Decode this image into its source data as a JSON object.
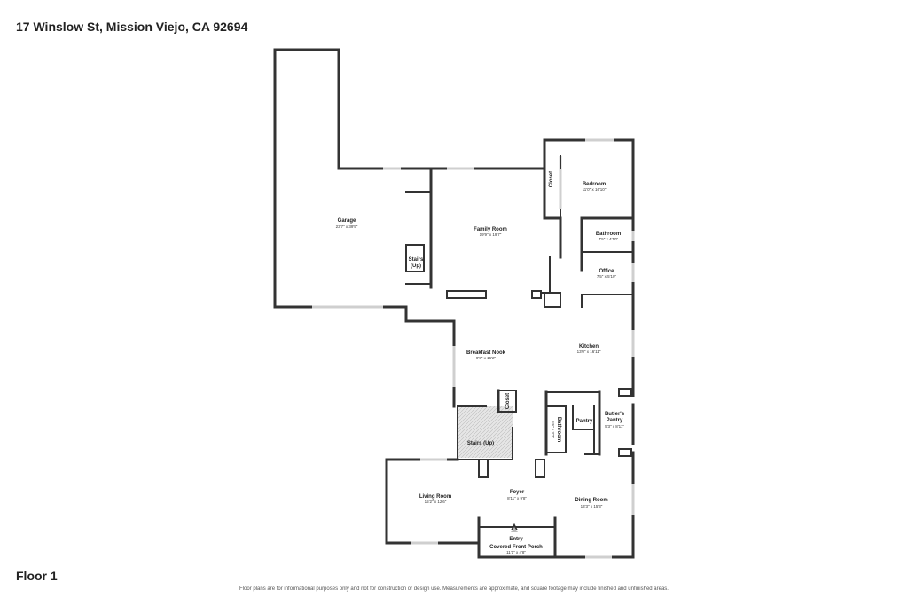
{
  "address": "17 Winslow St, Mission Viejo, CA 92694",
  "floor": "Floor 1",
  "disclaimer": "Floor plans are for informational purposes only and not for construction or design use. Measurements are approximate, and square footage may include finished and unfinished areas.",
  "rooms": {
    "garage": {
      "name": "Garage",
      "dims": "23'7\" x 39'5\""
    },
    "stairs_up_top": {
      "name": "Stairs",
      "name2": "(Up)"
    },
    "family_room": {
      "name": "Family Room",
      "dims": "19'9\" x 19'7\""
    },
    "closet_top": {
      "name": "Closet"
    },
    "bedroom": {
      "name": "Bedroom",
      "dims": "11'0\" x 16'10\""
    },
    "bathroom_top": {
      "name": "Bathroom",
      "dims": "7'5\" x 4'10\""
    },
    "office": {
      "name": "Office",
      "dims": "7'5\" x 5'10\""
    },
    "kitchen": {
      "name": "Kitchen",
      "dims": "13'0\" x 16'11\""
    },
    "breakfast_nook": {
      "name": "Breakfast Nook",
      "dims": "9'9\" x 16'2\""
    },
    "closet_mid": {
      "name": "Closet"
    },
    "pantry": {
      "name": "Pantry"
    },
    "bathroom_mid": {
      "name": "Bathroom",
      "dims": "5'6\" x 3'2\""
    },
    "butlers_pantry": {
      "name": "Butler's",
      "name2": "Pantry",
      "dims": "5'3\" x 8'11\""
    },
    "stairs_up_mid": {
      "name": "Stairs (Up)"
    },
    "living_room": {
      "name": "Living Room",
      "dims": "15'2\" x 12'6\""
    },
    "foyer": {
      "name": "Foyer",
      "dims": "8'11\" x 9'8\""
    },
    "dining_room": {
      "name": "Dining Room",
      "dims": "13'3\" x 15'3\""
    },
    "entry": {
      "name": "Entry",
      "name2": "Covered Front Porch",
      "dims": "11'1\" x 4'8\""
    }
  }
}
